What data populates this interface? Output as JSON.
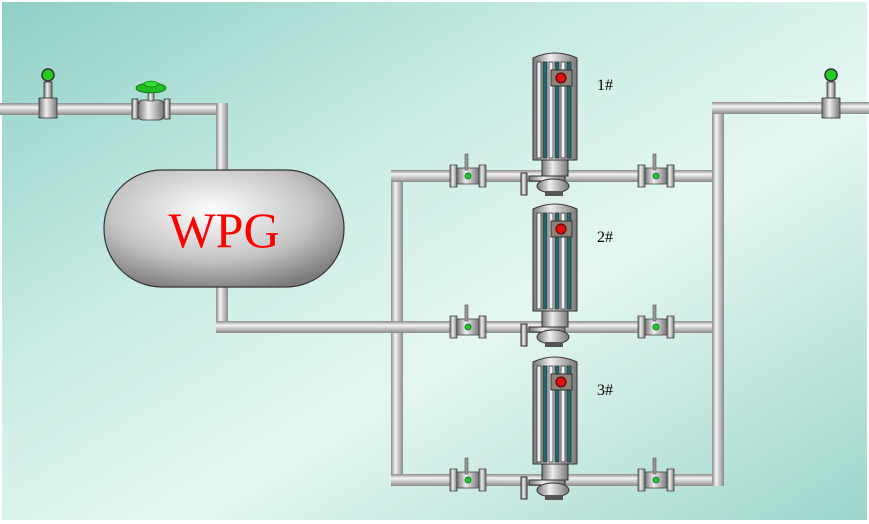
{
  "tank": {
    "label": "WPG",
    "label_color": "#ff0000"
  },
  "pumps": [
    {
      "label": "1#",
      "status_color": "#e01010"
    },
    {
      "label": "2#",
      "status_color": "#e01010"
    },
    {
      "label": "3#",
      "status_color": "#e01010"
    }
  ],
  "colors": {
    "valve_indicator": "#22cc22",
    "handwheel": "#22bb22",
    "pipe": "#c8c8c8"
  }
}
